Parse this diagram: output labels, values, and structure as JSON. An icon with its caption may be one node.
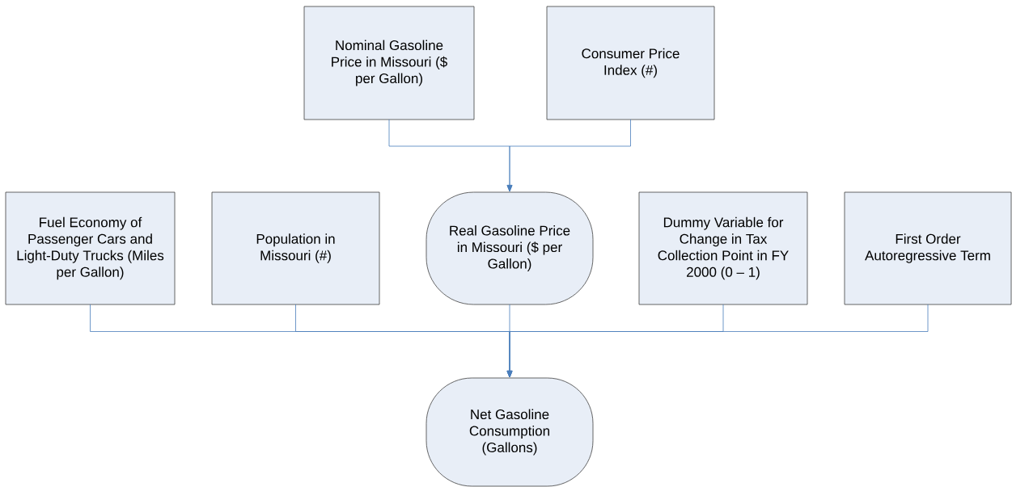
{
  "diagram": {
    "nodes": [
      {
        "text": [
          "Nominal Gasoline Price in Missouri ($ per Gallon)"
        ]
      },
      {
        "text": [
          "Consumer Price Index (#)"
        ]
      },
      {
        "text": [
          "Fuel Economy of Passenger Cars and Light-Duty Trucks (Miles per Gallon)"
        ]
      },
      {
        "text": [
          "Population in Missouri (#)"
        ]
      },
      {
        "text": [
          "Real Gasoline Price in Missouri ($ per Gallon)"
        ]
      },
      {
        "text": [
          "Dummy Variable for Change in Tax Collection Point in FY 2000 (0 – 1)"
        ]
      },
      {
        "text": [
          "First Order Autoregressive Term"
        ]
      },
      {
        "text": [
          "Net Gasoline Consumption (Gallons)"
        ]
      }
    ],
    "edges": [
      {
        "from": 0,
        "to": 4,
        "arrow": "to"
      },
      {
        "from": 1,
        "to": 4,
        "arrow": "to"
      },
      {
        "from": 2,
        "to": 7,
        "arrow": "to"
      },
      {
        "from": 3,
        "to": 7,
        "arrow": "to"
      },
      {
        "from": 4,
        "to": 7,
        "arrow": "to"
      },
      {
        "from": 5,
        "to": 7,
        "arrow": "to"
      },
      {
        "from": 6,
        "to": 7,
        "arrow": "to"
      }
    ]
  }
}
